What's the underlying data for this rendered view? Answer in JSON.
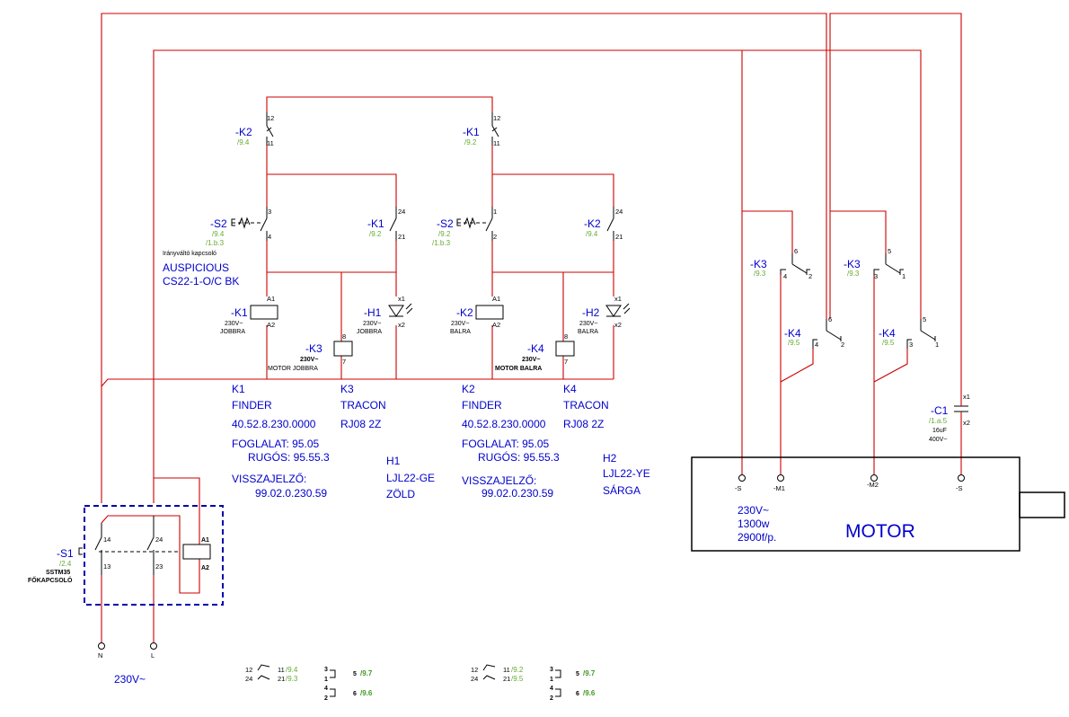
{
  "relays": {
    "k2_interlock": {
      "tag": "-K2",
      "ref": "/9.4",
      "p1": "12",
      "p2": "11"
    },
    "k1_interlock": {
      "tag": "-K1",
      "ref": "/9.2",
      "p1": "12",
      "p2": "11"
    },
    "s2_right": {
      "tag": "-S2",
      "ref1": "/9.4",
      "ref2": "/1.b.3",
      "p1": "3",
      "p2": "4",
      "desc": "Irányváltó kapcsoló",
      "brand": "AUSPICIOUS",
      "model": "CS22-1-O/C BK"
    },
    "k1_self": {
      "tag": "-K1",
      "ref": "/9.2",
      "p1": "24",
      "p2": "21"
    },
    "s2_left": {
      "tag": "-S2",
      "ref1": "/9.2",
      "ref2": "/1.b.3",
      "p1": "1",
      "p2": "2"
    },
    "k2_self": {
      "tag": "-K2",
      "ref": "/9.4",
      "p1": "24",
      "p2": "21"
    },
    "k1_coil": {
      "tag": "-K1",
      "v": "230V~",
      "name": "JOBBRA",
      "a1": "A1",
      "a2": "A2"
    },
    "h1": {
      "tag": "-H1",
      "v": "230V~",
      "name": "JOBBRA",
      "x1": "x1",
      "x2": "x2"
    },
    "k3_coil": {
      "tag": "-K3",
      "v": "230V~",
      "name": "MOTOR JOBBRA",
      "p8": "8",
      "p7": "7"
    },
    "k2_coil": {
      "tag": "-K2",
      "v": "230V~",
      "name": "BALRA",
      "a1": "A1",
      "a2": "A2"
    },
    "h2": {
      "tag": "-H2",
      "v": "230V~",
      "name": "BALRA",
      "x1": "x1",
      "x2": "x2"
    },
    "k4_coil": {
      "tag": "-K4",
      "v": "230V~",
      "name": "MOTOR BALRA",
      "p8": "8",
      "p7": "7"
    },
    "k3_a": {
      "tag": "-K3",
      "ref": "/9.3",
      "p6": "6",
      "p4": "4",
      "p2": "2"
    },
    "k3_b": {
      "tag": "-K3",
      "ref": "/9.3",
      "p5": "5",
      "p3": "3",
      "p1": "1"
    },
    "k4_a": {
      "tag": "-K4",
      "ref": "/9.5",
      "p6": "6",
      "p4": "4",
      "p2": "2"
    },
    "k4_b": {
      "tag": "-K4",
      "ref": "/9.5",
      "p5": "5",
      "p3": "3",
      "p1": "1"
    },
    "c1": {
      "tag": "-C1",
      "ref": "/1.a.5",
      "val": "16uF",
      "v": "400V~",
      "x1": "x1",
      "x2": "x2"
    },
    "s1": {
      "tag": "-S1",
      "ref": "/2.4",
      "model": "SSTM35",
      "name": "FŐKAPCSOLÓ",
      "p14": "14",
      "p13": "13",
      "p24": "24",
      "p23": "23",
      "a1": "A1",
      "a2": "A2"
    }
  },
  "info": {
    "k1": [
      "K1",
      "FINDER",
      "40.52.8.230.0000",
      "FOGLALAT: 95.05",
      "RUGÓS: 95.55.3",
      "VISSZAJELZŐ:",
      "99.02.0.230.59"
    ],
    "k3": [
      "K3",
      "TRACON",
      "RJ08 2Z"
    ],
    "h1": [
      "H1",
      "LJL22-GE",
      "ZÖLD"
    ],
    "k2": [
      "K2",
      "FINDER",
      "40.52.8.230.0000",
      "FOGLALAT: 95.05",
      "RUGÓS: 95.55.3",
      "VISSZAJELZŐ:",
      "99.02.0.230.59"
    ],
    "k4": [
      "K4",
      "TRACON",
      "RJ08 2Z"
    ],
    "h2": [
      "H2",
      "LJL22-YE",
      "SÁRGA"
    ]
  },
  "motor": {
    "title": "MOTOR",
    "v": "230V~",
    "p": "1300w",
    "rpm": "2900f/p.",
    "t1": "-S",
    "t2": "-M1",
    "t3": "-M2",
    "t4": "-S"
  },
  "supply": {
    "n": "N",
    "l": "L",
    "v": "230V~"
  },
  "xref_left": {
    "r1a": "12",
    "r1b": "11",
    "r1c": "/9.4",
    "r2a": "24",
    "r2b": "21",
    "r2c": "/9.3",
    "m1a": "3",
    "m1b": "1",
    "m1c": "5",
    "m1d": "/9.7",
    "m2a": "4",
    "m2b": "2",
    "m2c": "6",
    "m2d": "/9.6"
  },
  "xref_right": {
    "r1a": "12",
    "r1b": "11",
    "r1c": "/9.2",
    "r2a": "24",
    "r2b": "21",
    "r2c": "/9.5",
    "m1a": "3",
    "m1b": "1",
    "m1c": "5",
    "m1d": "/9.7",
    "m2a": "4",
    "m2b": "2",
    "m2c": "6",
    "m2d": "/9.6"
  }
}
